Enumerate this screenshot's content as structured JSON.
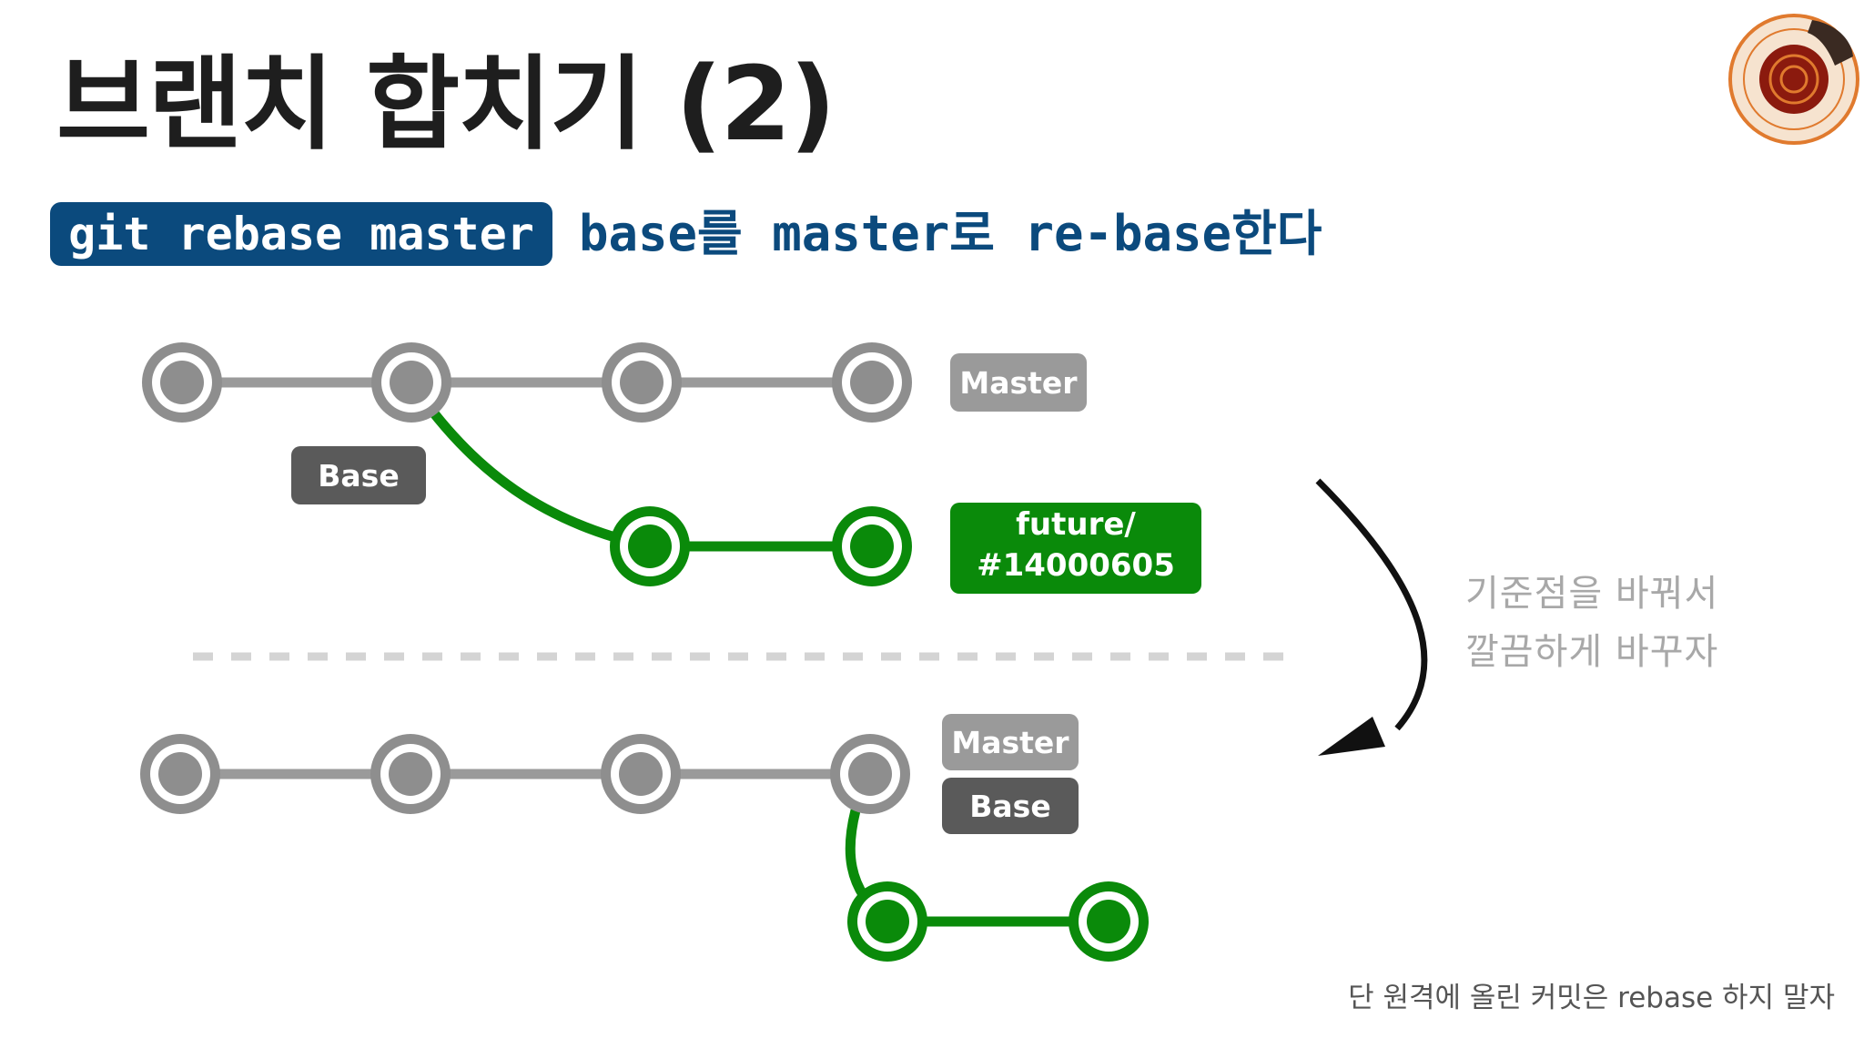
{
  "title": "브랜치 합치기 (2)",
  "command": {
    "label": "git rebase master",
    "description": "base를 master로 re-base한다"
  },
  "before": {
    "master_label": "Master",
    "base_label": "Base",
    "feature_label_line1": "future/",
    "feature_label_line2": "#14000605"
  },
  "after": {
    "master_label": "Master",
    "base_label": "Base"
  },
  "side_note": {
    "line1": "기준점을 바꿔서",
    "line2": "깔끔하게 바꾸자"
  },
  "footnote": "단 원격에 올린 커밋은 rebase 하지 말자",
  "colors": {
    "accent_blue": "#0b4a7d",
    "commit_gray": "#8e8e8e",
    "feature_green": "#0a8a0a",
    "label_gray": "#9a9a9a",
    "label_dark": "#5a5a5a"
  }
}
